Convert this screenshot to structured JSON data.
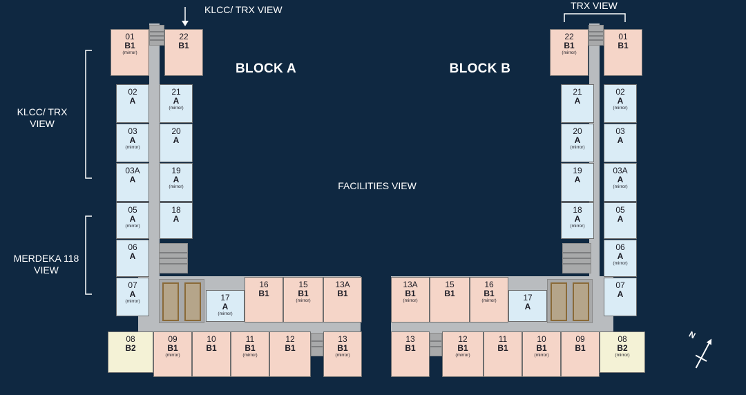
{
  "blocks": {
    "block_a": "BLOCK A",
    "block_b": "BLOCK B"
  },
  "views": {
    "a_top": "KLCC/ TRX VIEW",
    "a_left_1": "KLCC/ TRX\nVIEW",
    "a_left_2": "MERDEKA 118\nVIEW",
    "facilities": "FACILITIES VIEW",
    "b_top": "TRX VIEW"
  },
  "compass": {
    "label": "N"
  },
  "colors": {
    "background": "#0f2841",
    "type_B1": "#f5d5c8",
    "type_A": "#daecf6",
    "type_B2": "#f4f2d6",
    "corridor": "#b9bcbf"
  },
  "block_a_units": [
    {
      "no": "01",
      "type": "B1",
      "mirror": "(mirror)"
    },
    {
      "no": "22",
      "type": "B1",
      "mirror": ""
    },
    {
      "no": "02",
      "type": "A",
      "mirror": ""
    },
    {
      "no": "21",
      "type": "A",
      "mirror": "(mirror)"
    },
    {
      "no": "03",
      "type": "A",
      "mirror": "(mirror)"
    },
    {
      "no": "20",
      "type": "A",
      "mirror": ""
    },
    {
      "no": "03A",
      "type": "A",
      "mirror": ""
    },
    {
      "no": "19",
      "type": "A",
      "mirror": "(mirror)"
    },
    {
      "no": "05",
      "type": "A",
      "mirror": "(mirror)"
    },
    {
      "no": "18",
      "type": "A",
      "mirror": ""
    },
    {
      "no": "06",
      "type": "A",
      "mirror": ""
    },
    {
      "no": "07",
      "type": "A",
      "mirror": "(mirror)"
    },
    {
      "no": "17",
      "type": "A",
      "mirror": "(mirror)"
    },
    {
      "no": "16",
      "type": "B1",
      "mirror": ""
    },
    {
      "no": "15",
      "type": "B1",
      "mirror": "(mirror)"
    },
    {
      "no": "13A",
      "type": "B1",
      "mirror": ""
    },
    {
      "no": "08",
      "type": "B2",
      "mirror": ""
    },
    {
      "no": "09",
      "type": "B1",
      "mirror": "(mirror)"
    },
    {
      "no": "10",
      "type": "B1",
      "mirror": ""
    },
    {
      "no": "11",
      "type": "B1",
      "mirror": "(mirror)"
    },
    {
      "no": "12",
      "type": "B1",
      "mirror": ""
    },
    {
      "no": "13",
      "type": "B1",
      "mirror": "(mirror)"
    }
  ],
  "block_b_units": [
    {
      "no": "22",
      "type": "B1",
      "mirror": "(mirror)"
    },
    {
      "no": "01",
      "type": "B1",
      "mirror": ""
    },
    {
      "no": "21",
      "type": "A",
      "mirror": ""
    },
    {
      "no": "02",
      "type": "A",
      "mirror": "(mirror)"
    },
    {
      "no": "20",
      "type": "A",
      "mirror": "(mirror)"
    },
    {
      "no": "03",
      "type": "A",
      "mirror": ""
    },
    {
      "no": "19",
      "type": "A",
      "mirror": ""
    },
    {
      "no": "03A",
      "type": "A",
      "mirror": "(mirror)"
    },
    {
      "no": "18",
      "type": "A",
      "mirror": "(mirror)"
    },
    {
      "no": "05",
      "type": "A",
      "mirror": ""
    },
    {
      "no": "06",
      "type": "A",
      "mirror": "(mirror)"
    },
    {
      "no": "07",
      "type": "A",
      "mirror": ""
    },
    {
      "no": "13A",
      "type": "B1",
      "mirror": "(mirror)"
    },
    {
      "no": "15",
      "type": "B1",
      "mirror": ""
    },
    {
      "no": "16",
      "type": "B1",
      "mirror": "(mirror)"
    },
    {
      "no": "17",
      "type": "A",
      "mirror": ""
    },
    {
      "no": "13",
      "type": "B1",
      "mirror": ""
    },
    {
      "no": "12",
      "type": "B1",
      "mirror": "(mirror)"
    },
    {
      "no": "11",
      "type": "B1",
      "mirror": ""
    },
    {
      "no": "10",
      "type": "B1",
      "mirror": "(mirror)"
    },
    {
      "no": "09",
      "type": "B1",
      "mirror": ""
    },
    {
      "no": "08",
      "type": "B2",
      "mirror": "(mirror)"
    }
  ]
}
